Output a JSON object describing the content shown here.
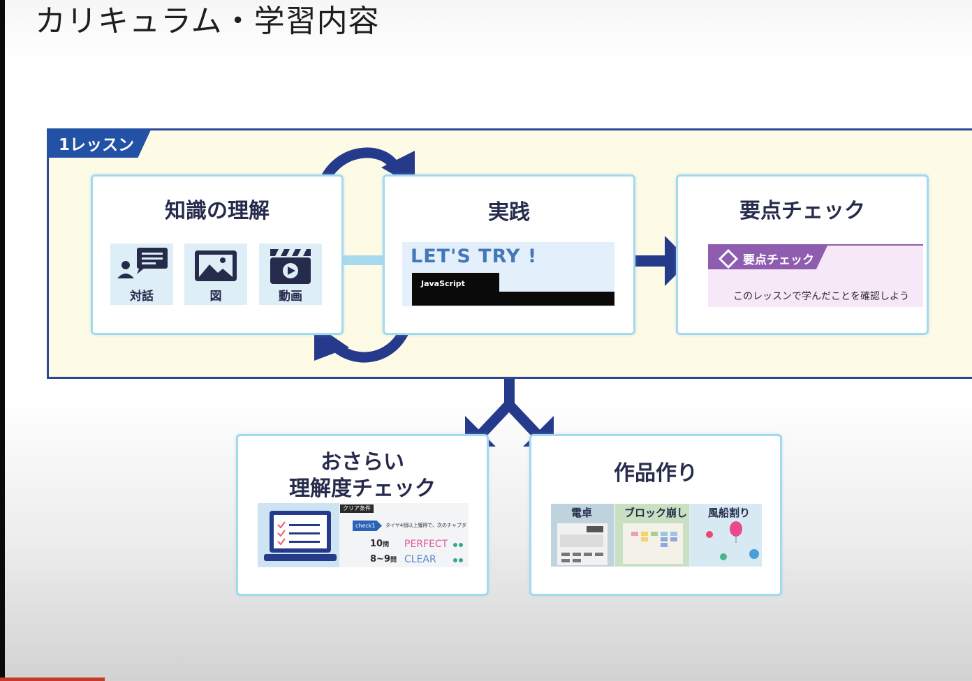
{
  "title": "カリキュラム・学習内容",
  "lesson": {
    "tab_label": "1レッスン",
    "understanding": {
      "title": "知識の理解",
      "items": [
        {
          "label": "対話",
          "icon": "dialogue-icon"
        },
        {
          "label": "図",
          "icon": "image-icon"
        },
        {
          "label": "動画",
          "icon": "video-icon"
        }
      ]
    },
    "practice": {
      "title": "実践",
      "banner": "LET'S TRY !",
      "code_tab": "JavaScript"
    },
    "key_points": {
      "title": "要点チェック",
      "banner": "要点チェック",
      "description": "このレッスンで学んだことを確認しよう"
    }
  },
  "review": {
    "title_line1": "おさらい",
    "title_line2": "理解度チェック",
    "tag": "クリア条件",
    "check_label": "check1",
    "note": "タイヤ4個以上獲得で、次のチャプタ",
    "scores": [
      {
        "count": "10",
        "unit": "問",
        "rank": "PERFECT"
      },
      {
        "count": "8~9",
        "unit": "問",
        "rank": "CLEAR"
      }
    ]
  },
  "works": {
    "title": "作品作り",
    "examples": [
      {
        "label": "電卓"
      },
      {
        "label": "ブロック崩し"
      },
      {
        "label": "風船割り"
      }
    ]
  },
  "colors": {
    "arrow_navy": "#263a8c",
    "card_border": "#a2d9ef",
    "lesson_bg": "#fdfae6",
    "tab_blue": "#2351a5",
    "check_purple": "#8e5db0",
    "perfect_pink": "#e2569c",
    "clear_blue": "#5588cc"
  }
}
